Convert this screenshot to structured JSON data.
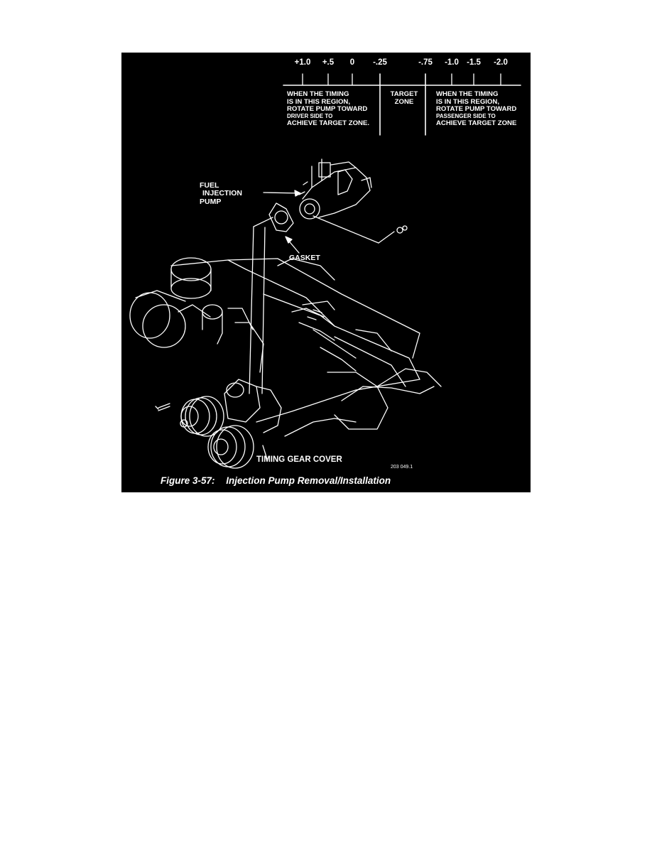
{
  "scale": {
    "ticks": [
      "+1.0",
      "+.5",
      "0",
      "-.25",
      "-.75",
      "-1.0",
      "-1.5",
      "-2.0"
    ],
    "left_region": [
      "WHEN THE TIMING",
      "IS IN THIS REGION,",
      "ROTATE PUMP TOWARD",
      "DRIVER SIDE TO",
      "ACHIEVE TARGET ZONE."
    ],
    "target_zone": [
      "TARGET",
      "ZONE"
    ],
    "right_region": [
      "WHEN THE TIMING",
      "IS IN THIS REGION,",
      "ROTATE PUMP TOWARD",
      "PASSENGER SIDE TO",
      "ACHIEVE TARGET ZONE"
    ]
  },
  "labels": {
    "fuel_pump": [
      "FUEL",
      "INJECTION",
      "PUMP"
    ],
    "gasket": "GASKET",
    "timing_gear_cover": "TIMING GEAR COVER",
    "drawing_code": "203 049.1"
  },
  "caption": {
    "number": "Figure 3-57:",
    "title": "Injection Pump Removal/Installation"
  },
  "colors": {
    "background": "#000000",
    "line": "#ffffff"
  }
}
